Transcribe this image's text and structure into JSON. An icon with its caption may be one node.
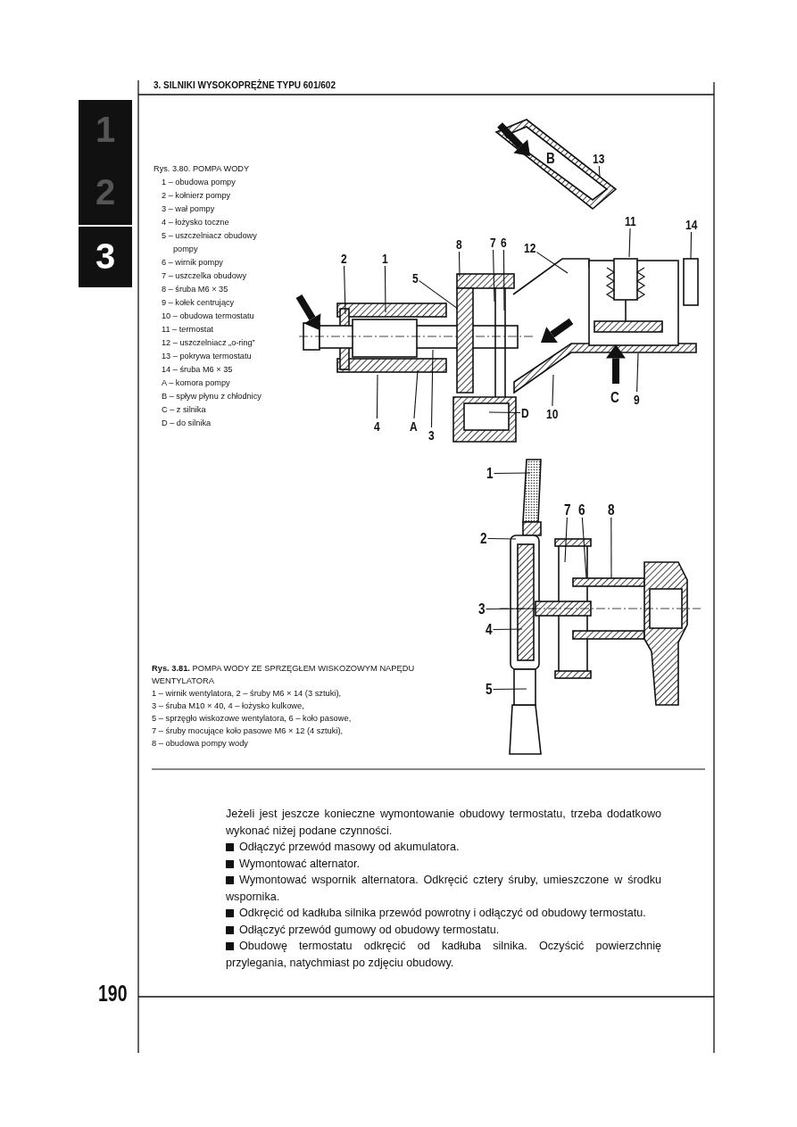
{
  "diagram": {
    "nodes": [
      {
        "text": [
          "2"
        ]
      },
      {
        "text": [
          "1"
        ]
      },
      {
        "text": [
          "5"
        ]
      },
      {
        "text": [
          "8"
        ]
      },
      {
        "text": [
          "7"
        ]
      },
      {
        "text": [
          "6"
        ]
      },
      {
        "text": [
          "12"
        ]
      },
      {
        "text": [
          "13"
        ]
      },
      {
        "text": [
          "11"
        ]
      },
      {
        "text": [
          "14"
        ]
      },
      {
        "text": [
          "9"
        ]
      },
      {
        "text": [
          "10"
        ]
      },
      {
        "text": [
          "D"
        ]
      },
      {
        "text": [
          "4"
        ]
      },
      {
        "text": [
          "A"
        ]
      },
      {
        "text": [
          "3"
        ]
      },
      {
        "text": [
          "1"
        ]
      },
      {
        "text": [
          "7"
        ]
      },
      {
        "text": [
          "6"
        ]
      },
      {
        "text": [
          "8"
        ]
      },
      {
        "text": [
          "2"
        ]
      },
      {
        "text": [
          "3"
        ]
      },
      {
        "text": [
          "4"
        ]
      },
      {
        "text": [
          "5"
        ]
      }
    ],
    "edges": [
      {
        "from": 0,
        "to": null,
        "arrow": "none"
      },
      {
        "from": 1,
        "to": null,
        "arrow": "none"
      },
      {
        "from": 2,
        "to": null,
        "arrow": "none"
      },
      {
        "from": 3,
        "to": null,
        "arrow": "none"
      },
      {
        "from": 4,
        "to": null,
        "arrow": "none"
      },
      {
        "from": 5,
        "to": null,
        "arrow": "none"
      },
      {
        "from": 6,
        "to": null,
        "arrow": "none"
      },
      {
        "from": 7,
        "to": null,
        "arrow": "none"
      },
      {
        "from": 8,
        "to": null,
        "arrow": "none"
      },
      {
        "from": 9,
        "to": null,
        "arrow": "none"
      },
      {
        "from": 10,
        "to": null,
        "arrow": "none"
      },
      {
        "from": 11,
        "to": null,
        "arrow": "none"
      },
      {
        "from": 12,
        "to": null,
        "arrow": "none"
      },
      {
        "from": 13,
        "to": null,
        "arrow": "none"
      },
      {
        "from": 14,
        "to": null,
        "arrow": "none"
      },
      {
        "from": 15,
        "to": null,
        "arrow": "none"
      },
      {
        "from": 16,
        "to": null,
        "arrow": "none"
      },
      {
        "from": 17,
        "to": null,
        "arrow": "none"
      },
      {
        "from": 18,
        "to": null,
        "arrow": "none"
      },
      {
        "from": 19,
        "to": null,
        "arrow": "none"
      },
      {
        "from": 20,
        "to": null,
        "arrow": "none"
      },
      {
        "from": 21,
        "to": null,
        "arrow": "none"
      },
      {
        "from": 22,
        "to": null,
        "arrow": "none"
      },
      {
        "from": 23,
        "to": null,
        "arrow": "none"
      }
    ],
    "labels": [
      "3. SILNIKI WYSOKOPRĘŻNE TYPU 601/602",
      "1",
      "2",
      "3",
      "Rys. 3.80. POMPA WODY",
      "1 – obudowa pompy",
      "2 – kołnierz pompy",
      "3 – wał pompy",
      "4 – łożysko toczne",
      "5 – uszczelniacz obudowy pompy",
      "6 – wirnik pompy",
      "7 – uszczelka obudowy",
      "8 – śruba M6 × 35",
      "9 – kołek centrujący",
      "10 – obudowa termostatu",
      "11 – termostat",
      "12 – uszczelniacz „o-ring”",
      "13 – pokrywa termostatu",
      "14 – śruba M6 × 35",
      "A – komora pompy",
      "B – spływ płynu z chłodnicy",
      "C – z silnika",
      "D – do silnika",
      "B",
      "C",
      "**Rys. 3.81.** POMPA WODY ZE SPRZĘGŁEM WISKOZOWYM NAPĘDU WENTYLATORA",
      "1 – wirnik wentylatora, 2 – śruby M6 × 14 (3 sztuki),",
      "3 – śruba M10 × 40, 4 – łożysko kulkowe,",
      "5 – sprzęgło wiskozowe wentylatora, 6 – koło pasowe,",
      "7 – śruby mocujące koło pasowe M6 × 12 (4 sztuki),",
      "8 – obudowa pompy wody",
      "Jeżeli jest jeszcze konieczne wymontowanie obudowy termostatu, trzeba dodatkowo wykonać niżej podane czynności.",
      "Odłączyć przewód masowy od akumulatora.",
      "Wymontować alternator.",
      "Wymontować wspornik alternatora. Odkręcić cztery śruby, umieszczone w środku wspornika.",
      "Odkręcić od kadłuba silnika przewód powrotny i odłączyć od obudowy termostatu.",
      "Odłączyć przewód gumowy od obudowy termostatu.",
      "Obudowę termostatu odkręcić od kadłuba silnika. Oczyścić powierzchnię przylegania, natychmiast po zdjęciu obudowy.",
      "190"
    ]
  }
}
